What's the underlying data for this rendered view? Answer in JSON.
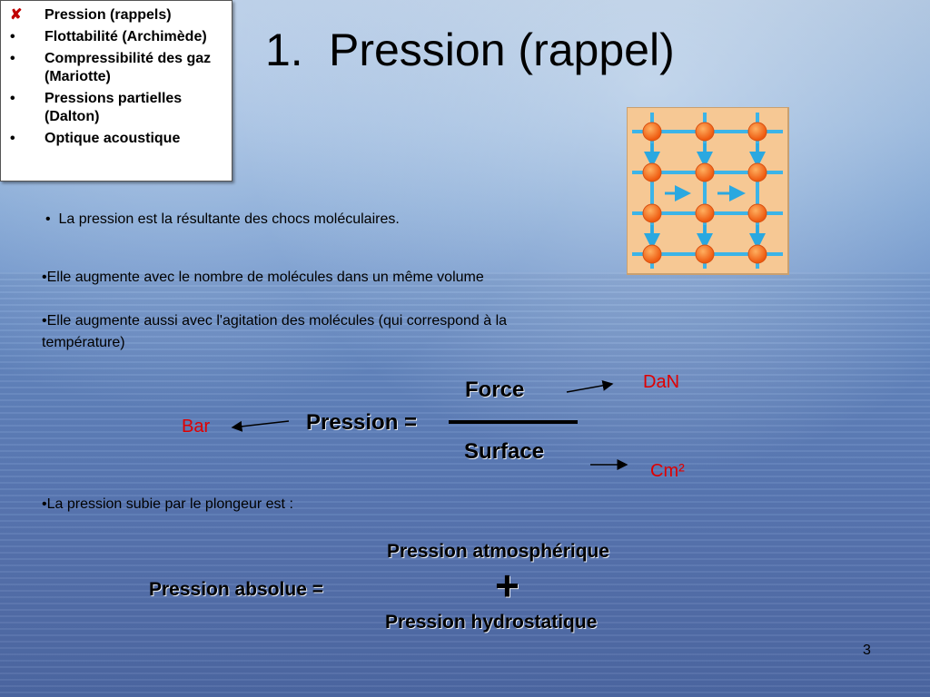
{
  "nav": {
    "items": [
      {
        "bullet": "✘",
        "label": "Pression (rappels)",
        "current": true
      },
      {
        "bullet": "•",
        "label": "Flottabilité (Archimède)"
      },
      {
        "bullet": "•",
        "label": "Compressibilité des gaz (Mariotte)"
      },
      {
        "bullet": "•",
        "label": "Pressions partielles (Dalton)"
      },
      {
        "bullet": "•",
        "label": "Optique acoustique"
      }
    ]
  },
  "slide": {
    "title_number": "1.",
    "title": "Pression (rappel)",
    "bullet1": "La pression est la résultante des chocs moléculaires.",
    "para1": "•Elle augmente avec le nombre de molécules dans un même volume",
    "para2": "•Elle augmente aussi avec l'agitation des molécules (qui correspond à la température)",
    "formula": {
      "lhs": "Pression =",
      "numerator": "Force",
      "denominator": "Surface",
      "unit_pressure": "Bar",
      "unit_force": "DaN",
      "unit_surface": "Cm²"
    },
    "para3": "•La pression subie par le plongeur est :",
    "absolute": {
      "lhs": "Pression absolue =",
      "term1": "Pression atmosphérique",
      "plus": "+",
      "term2": "Pression hydrostatique"
    },
    "page_number": "3"
  },
  "colors": {
    "accent_red": "#e00000",
    "current_mark": "#c00000"
  }
}
